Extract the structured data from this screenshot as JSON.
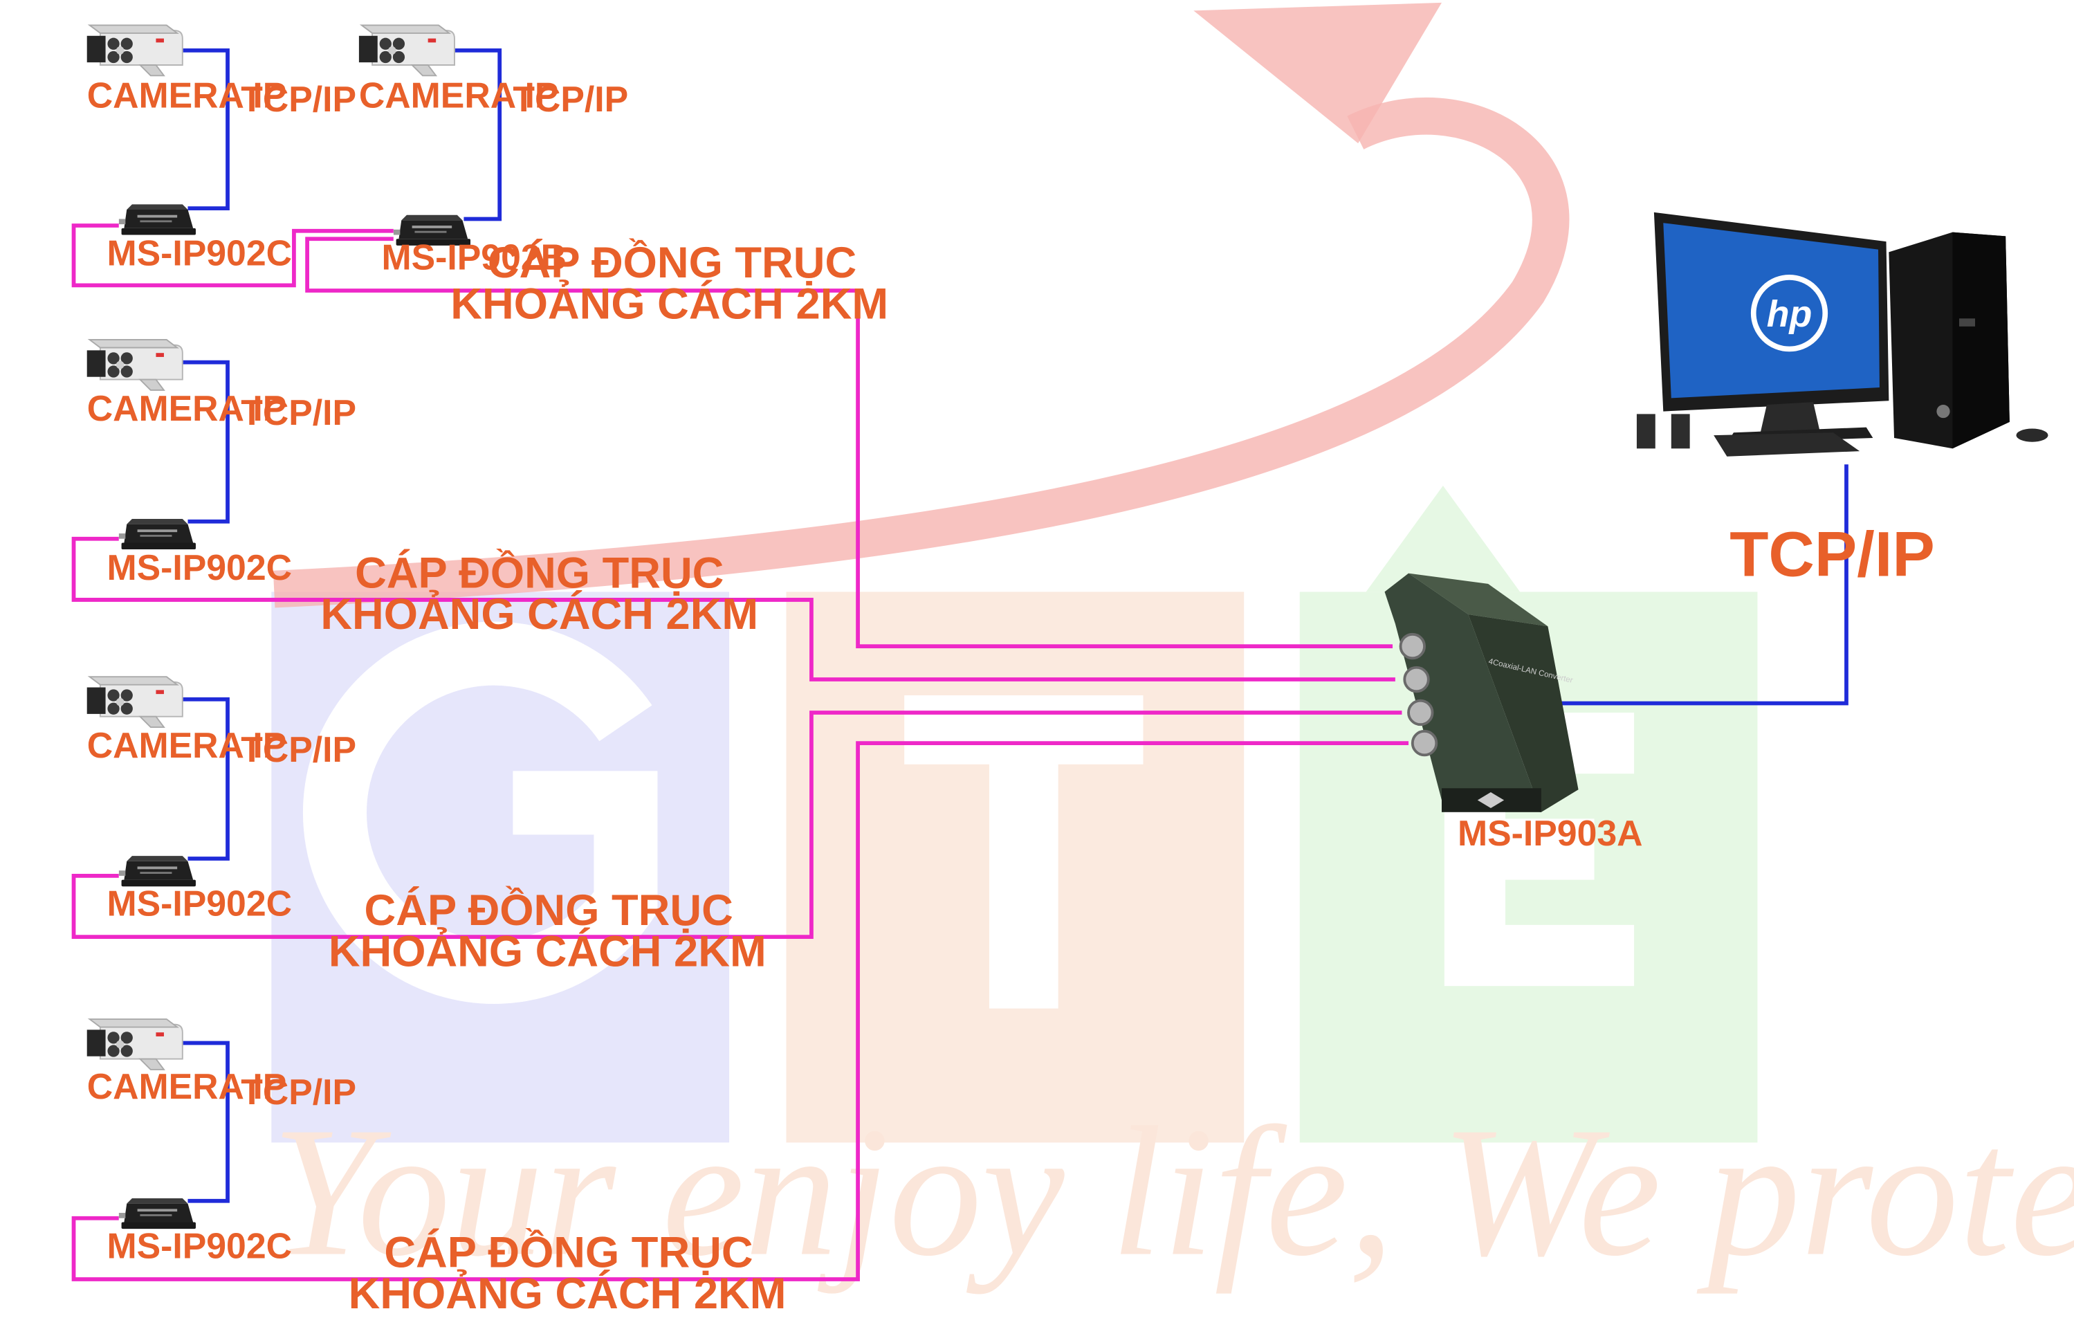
{
  "background": {
    "slogan": "Your enjoy life, We protect yours",
    "colors": {
      "blue_tile": "#e6e6fb",
      "orange_tile": "#fbeadf",
      "green_tile": "#e6f8e4",
      "arrow": "#f6b4b0"
    }
  },
  "labels": {
    "camera": "CAMERA IP",
    "tcp": "TCP/IP",
    "tcp_main": "TCP/IP",
    "cable_line1": "CÁP ĐỒNG TRỤC",
    "cable_line2": "KHOẢNG CÁCH 2KM",
    "encoder_c": "MS-IP902C",
    "encoder_b": "MS-IP902B",
    "receiver": "MS-IP903A",
    "receiver_caption": "4Coaxial-LAN Converter",
    "pc_brand": "hp"
  },
  "colors": {
    "ethernet": "#1f2bd9",
    "coax": "#ee28c8",
    "label": "#e8602a"
  },
  "icons": [
    "camera-ip-icon",
    "ip-encoder-icon",
    "coax-lan-converter-icon",
    "hp-desktop-computer-icon"
  ]
}
